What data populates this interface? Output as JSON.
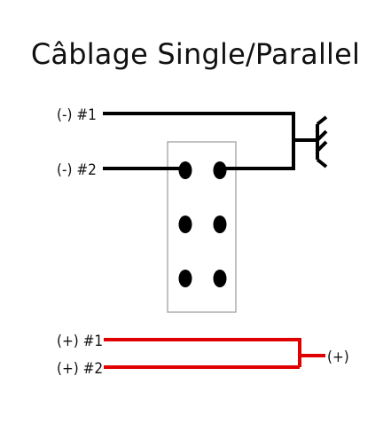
{
  "title": "Câblage Single/Parallel",
  "labels": {
    "neg1": "(-) #1",
    "neg2": "(-) #2",
    "pos1": "(+) #1",
    "pos2": "(+) #2",
    "pos_common": "(+)"
  },
  "colors": {
    "negative_wire": "#000000",
    "positive_wire": "#e00000",
    "switch_body": "#808080",
    "terminal": "#000000"
  },
  "icons": {
    "ground": "ground-icon",
    "switch": "dpdt-switch-icon"
  }
}
